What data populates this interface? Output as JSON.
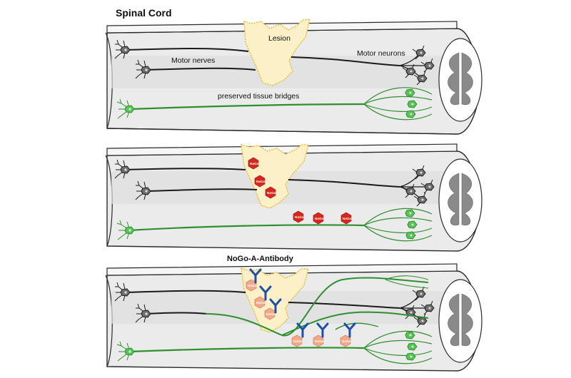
{
  "title": "Spinal Cord",
  "labels": {
    "lesion": "Lesion",
    "motor_nerves": "Motor nerves",
    "motor_neurons": "Motor neurons",
    "bridges": "preserved tissue bridges",
    "antibody": "NoGo-A-Antibody",
    "nogo": "NoGo"
  },
  "colors": {
    "cord_fill": "#ebebeb",
    "cord_line": "#2a2a2a",
    "lesion_fill": "#fbf0c8",
    "lesion_border": "#e3bf3a",
    "nerve_black": "#1a1a1a",
    "nerve_green": "#2f8f2f",
    "nogo_red": "#d9261c",
    "nogo_blocked": "#f2a98a",
    "antibody_blue": "#1f4fa8",
    "gray_matter": "#8a8a8a"
  },
  "icons": [
    "neuron-black-icon",
    "neuron-green-icon",
    "nogo-hexagon-icon",
    "antibody-y-icon",
    "gray-matter-butterfly-icon"
  ]
}
